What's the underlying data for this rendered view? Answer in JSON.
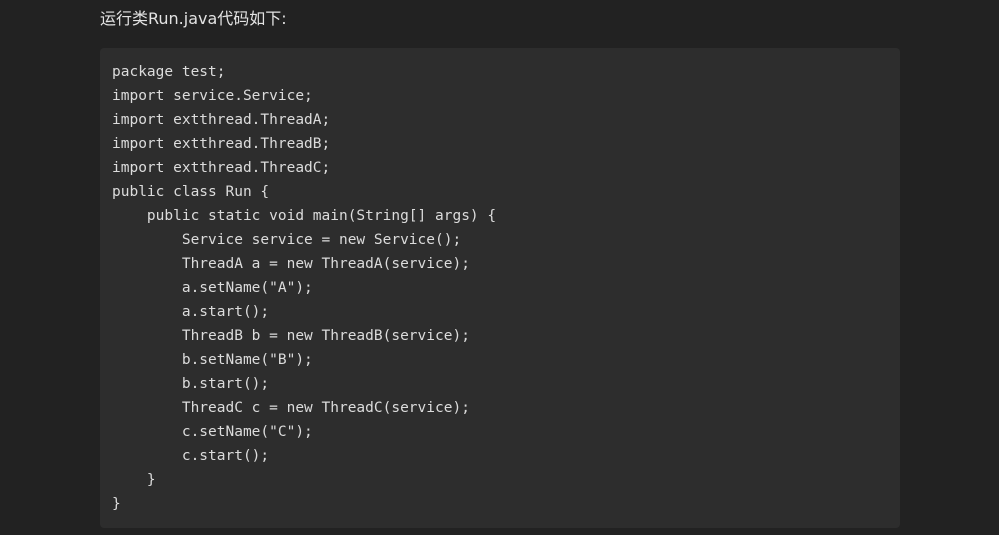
{
  "intro_text": "运行类Run.java代码如下:",
  "code": {
    "lines": [
      "package test;",
      "import service.Service;",
      "import extthread.ThreadA;",
      "import extthread.ThreadB;",
      "import extthread.ThreadC;",
      "public class Run {",
      "    public static void main(String[] args) {",
      "        Service service = new Service();",
      "        ThreadA a = new ThreadA(service);",
      "        a.setName(\"A\");",
      "        a.start();",
      "        ThreadB b = new ThreadB(service);",
      "        b.setName(\"B\");",
      "        b.start();",
      "        ThreadC c = new ThreadC(service);",
      "        c.setName(\"C\");",
      "        c.start();",
      "    }",
      "}"
    ]
  },
  "colors": {
    "page_background": "#222222",
    "code_background": "#2d2d2d",
    "text": "#dcdcdc"
  }
}
